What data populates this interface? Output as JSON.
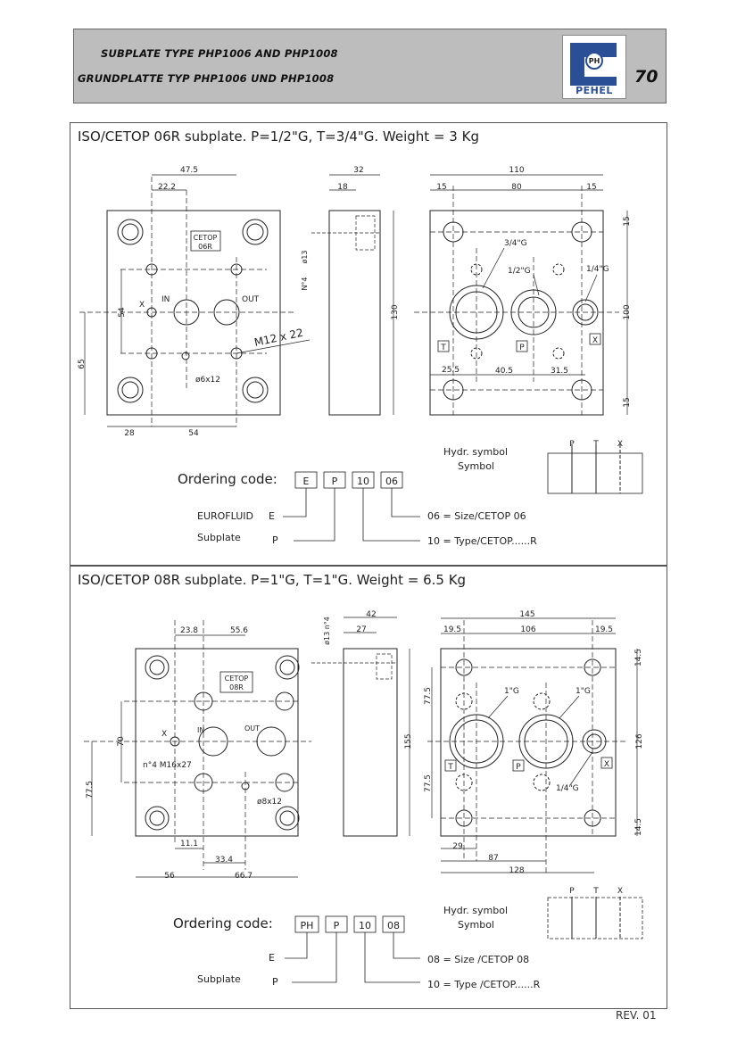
{
  "header": {
    "title_line1": "SUBPLATE TYPE PHP1006 AND PHP1008",
    "title_line2": "GRUNDPLATTE TYP PHP1006 UND PHP1008",
    "logo_text": "PEHEL",
    "logo_mark": "PH",
    "page_number": "70"
  },
  "panel1": {
    "title": "ISO/CETOP 06R subplate. P=1/2\"G, T=3/4\"G. Weight = 3 Kg",
    "labels": {
      "cetop": "CETOP",
      "cetop_size": "06R",
      "in": "IN",
      "out": "OUT",
      "x": "X",
      "thread": "M12 x 22",
      "hole": "ø6x12",
      "n4": "N°4",
      "d13": "ø13",
      "port_34": "3/4\"G",
      "port_12": "1/2\"G",
      "port_14": "1/4\"G",
      "port_t": "T",
      "port_p": "P",
      "port_x": "X"
    },
    "dims": {
      "d47_5": "47.5",
      "d22_2": "22.2",
      "d54v": "54",
      "d65": "65",
      "d28": "28",
      "d54h": "54",
      "d32": "32",
      "d18": "18",
      "d130": "130",
      "d110": "110",
      "d15a": "15",
      "d80": "80",
      "d15b": "15",
      "d15r1": "15",
      "d100": "100",
      "d15r2": "15",
      "d25_5": "25.5",
      "d40_5": "40.5",
      "d31_5": "31.5"
    },
    "symbol": {
      "title": "Hydr. symbol",
      "subtitle": "Symbol",
      "p": "P",
      "t": "T",
      "x": "X"
    },
    "ordering": {
      "label": "Ordering code:",
      "codes": [
        "E",
        "P",
        "10",
        "06"
      ],
      "legend_eurofluid": "EUROFLUID",
      "legend_e": "E",
      "legend_subplate": "Subplate",
      "legend_p": "P",
      "desc_06": "06 = Size/CETOP 06",
      "desc_10": "10 = Type/CETOP......R"
    }
  },
  "panel2": {
    "title": "ISO/CETOP 08R subplate. P=1\"G, T=1\"G. Weight = 6.5 Kg",
    "labels": {
      "cetop": "CETOP",
      "cetop_size": "08R",
      "in": "IN",
      "out": "OUT",
      "x": "X",
      "thread": "n°4 M16x27",
      "hole": "ø8x12",
      "d13n4": "ø13 n°4",
      "port_1a": "1\"G",
      "port_1b": "1\"G",
      "port_14": "1/4\"G",
      "port_t": "T",
      "port_p": "P",
      "port_x": "X"
    },
    "dims": {
      "d23_8": "23.8",
      "d55_6": "55.6",
      "d70": "70",
      "d77_5": "77.5",
      "d11_1": "11.1",
      "d33_4": "33.4",
      "d56": "56",
      "d66_7": "66.7",
      "d42": "42",
      "d27": "27",
      "d155": "155",
      "d145": "145",
      "d19_5a": "19.5",
      "d106": "106",
      "d19_5b": "19.5",
      "d14_5a": "14.5",
      "d126": "126",
      "d14_5b": "14.5",
      "d77_5a": "77.5",
      "d77_5b": "77.5",
      "d29": "29",
      "d87": "87",
      "d128": "128"
    },
    "symbol": {
      "title": "Hydr. symbol",
      "subtitle": "Symbol",
      "p": "P",
      "t": "T",
      "x": "X"
    },
    "ordering": {
      "label": "Ordering code:",
      "codes": [
        "PH",
        "P",
        "10",
        "08"
      ],
      "legend_e": "E",
      "legend_subplate": "Subplate",
      "legend_p": "P",
      "desc_08": "08 = Size /CETOP 08",
      "desc_10": "10 = Type /CETOP......R"
    }
  },
  "footer": {
    "revision": "REV. 01"
  }
}
